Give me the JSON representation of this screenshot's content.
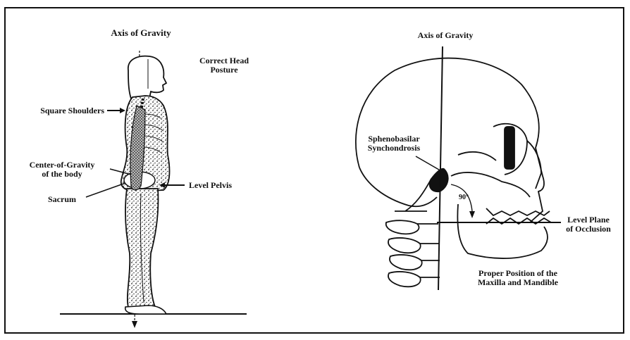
{
  "left_figure": {
    "axis_label": "Axis of Gravity",
    "head_label_1": "Correct Head",
    "head_label_2": "Posture",
    "shoulders_label": "Square Shoulders",
    "center_label_1": "Center-of-Gravity",
    "center_label_2": "of the body",
    "sacrum_label": "Sacrum",
    "pelvis_label": "Level Pelvis"
  },
  "right_figure": {
    "axis_label": "Axis of Gravity",
    "spheno_label_1": "Sphenobasilar",
    "spheno_label_2": "Synchondrosis",
    "angle_label": "90°",
    "occlusion_label_1": "Level Plane",
    "occlusion_label_2": "of Occlusion",
    "position_label_1": "Proper Position of the",
    "position_label_2": "Maxilla and Mandible"
  },
  "colors": {
    "ink": "#111111",
    "background": "#ffffff"
  },
  "icons": [
    "arrow-right-icon",
    "arrow-left-icon",
    "arrow-down-icon"
  ]
}
